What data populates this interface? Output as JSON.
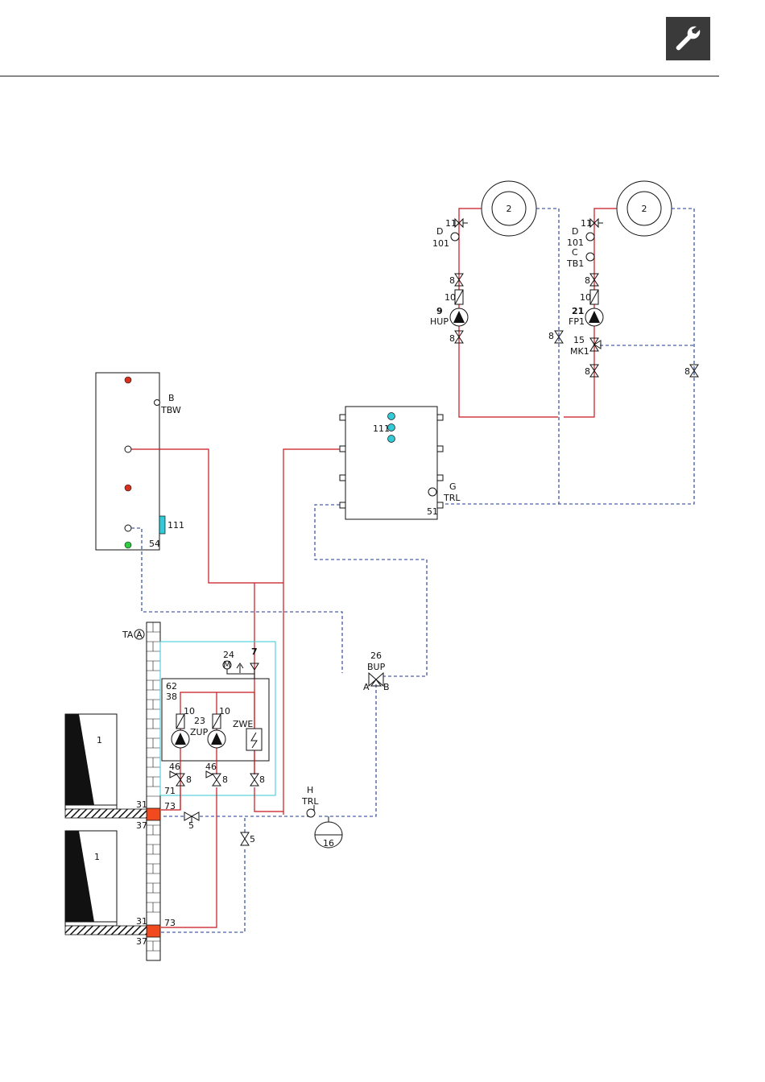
{
  "header": {
    "icon": "wrench-icon",
    "icon_bg": "#3a3a3a"
  },
  "colors": {
    "supply": "#c8161d",
    "return": "#1f3a93",
    "cyan": "#33c9d6",
    "orange": "#f04a1e",
    "green": "#2ecc40"
  },
  "labels": {
    "hc1_valve_top": "11",
    "hc1_sensor_d": "D",
    "hc1_sensor_101": "101",
    "hc1_valve_8a": "8",
    "hc1_flow_10": "10",
    "hc1_pump_num": "9",
    "hc1_pump_name": "HUP",
    "hc1_valve_8b": "8",
    "hc1_circuit": "2",
    "hc1_return_valve": "8",
    "hc2_valve_top": "11",
    "hc2_sensor_d": "D",
    "hc2_sensor_101": "101",
    "hc2_sensor_c": "C",
    "hc2_sensor_tb1": "TB1",
    "hc2_valve_8a": "8",
    "hc2_flow_10": "10",
    "hc2_pump_num": "21",
    "hc2_pump_name": "FP1",
    "hc2_mixer_num": "15",
    "hc2_mixer_name": "MK1",
    "hc2_valve_8b": "8",
    "hc2_circuit": "2",
    "hc2_return_valve": "8",
    "dhw_sensor_b": "B",
    "dhw_sensor_tbw": "TBW",
    "dhw_111": "111",
    "dhw_54": "54",
    "buffer_111": "111",
    "buffer_sensor_g": "G",
    "buffer_sensor_trl": "TRL",
    "buffer_51": "51",
    "ta": "TA",
    "hm_24": "24",
    "hm_7": "7",
    "hm_62": "62",
    "hm_38": "38",
    "hm_10a": "10",
    "hm_23": "23",
    "hm_zup": "ZUP",
    "hm_10b": "10",
    "hm_zwe": "ZWE",
    "hm_46a": "46",
    "hm_8a": "8",
    "hm_46b": "46",
    "hm_8b": "8",
    "hm_8c": "8",
    "hm_71": "71",
    "hp1_num": "1",
    "hp1_31": "31",
    "hp1_73": "73",
    "hp1_37": "37",
    "hp2_num": "1",
    "hp2_31": "31",
    "hp2_73": "73",
    "hp2_37": "37",
    "valve_5a": "5",
    "valve_5b": "5",
    "bup_num": "26",
    "bup_name": "BUP",
    "bup_a": "A",
    "bup_b": "B",
    "sensor_h": "H",
    "sensor_h_trl": "TRL",
    "exp_vessel": "16",
    "motor_m": "M"
  }
}
